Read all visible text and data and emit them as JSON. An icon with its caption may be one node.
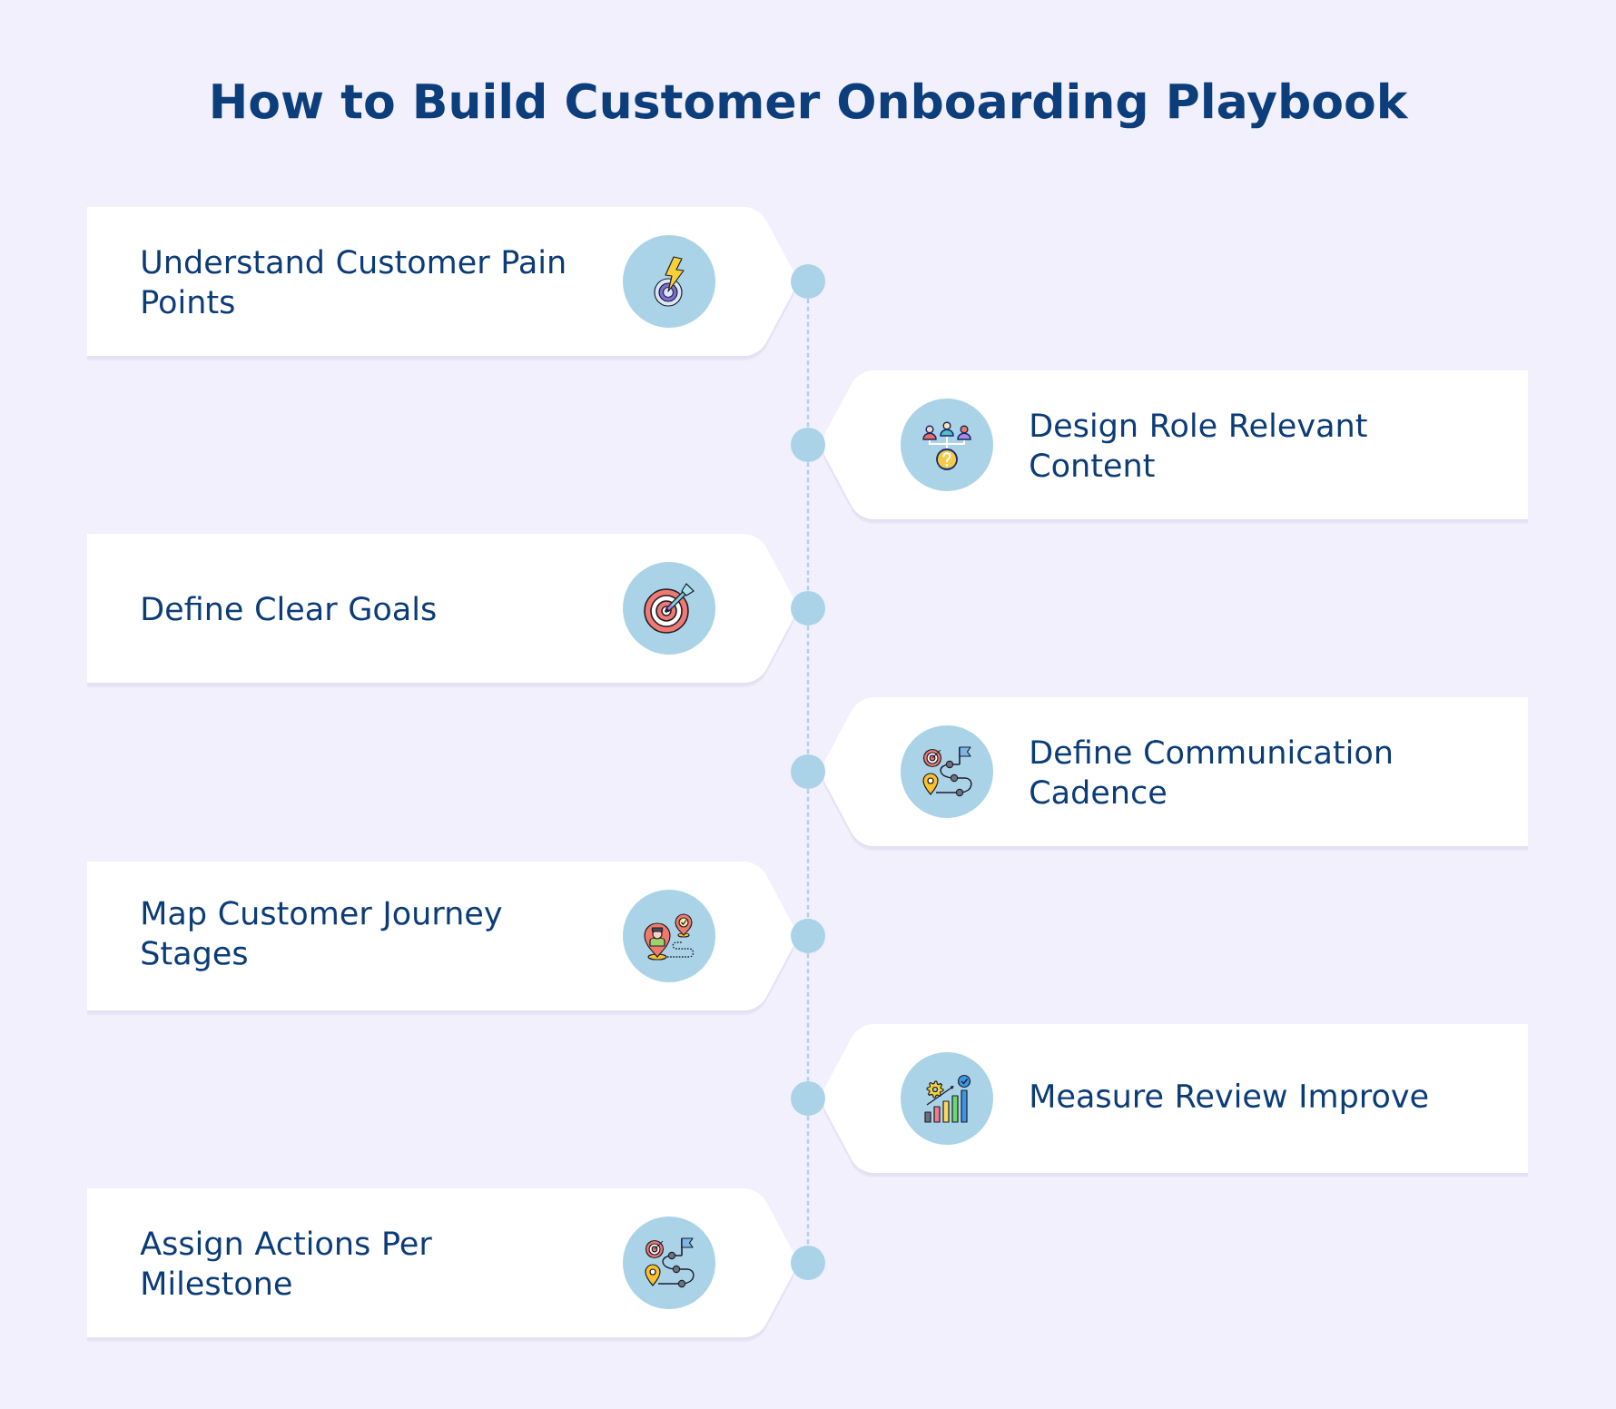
{
  "diagram": {
    "title": "How to Build Customer Onboarding Playbook",
    "nodes": [
      {
        "text": [
          "Understand Customer Pain Points"
        ]
      },
      {
        "text": [
          "Design Role Relevant Content"
        ]
      },
      {
        "text": [
          "Define Clear Goals"
        ]
      },
      {
        "text": [
          "Define Communication Cadence"
        ]
      },
      {
        "text": [
          "Map Customer Journey Stages"
        ]
      },
      {
        "text": [
          "Measure Review Improve"
        ]
      },
      {
        "text": [
          "Assign Actions Per Milestone"
        ]
      },
      {
        "text": [],
        "shape": "circle"
      },
      {
        "text": [],
        "shape": "circle"
      },
      {
        "text": [],
        "shape": "circle"
      },
      {
        "text": [],
        "shape": "circle"
      },
      {
        "text": [],
        "shape": "circle"
      },
      {
        "text": [],
        "shape": "circle"
      },
      {
        "text": [],
        "shape": "circle"
      }
    ],
    "edges": [
      {
        "from": 7,
        "to": 8,
        "arrow": "none",
        "style": "dashed"
      },
      {
        "from": 8,
        "to": 9,
        "arrow": "none",
        "style": "dashed"
      },
      {
        "from": 9,
        "to": 10,
        "arrow": "none",
        "style": "dashed"
      },
      {
        "from": 10,
        "to": 11,
        "arrow": "none",
        "style": "dashed"
      },
      {
        "from": 11,
        "to": 12,
        "arrow": "none",
        "style": "dashed"
      },
      {
        "from": 12,
        "to": 13,
        "arrow": "none",
        "style": "dashed"
      }
    ]
  }
}
